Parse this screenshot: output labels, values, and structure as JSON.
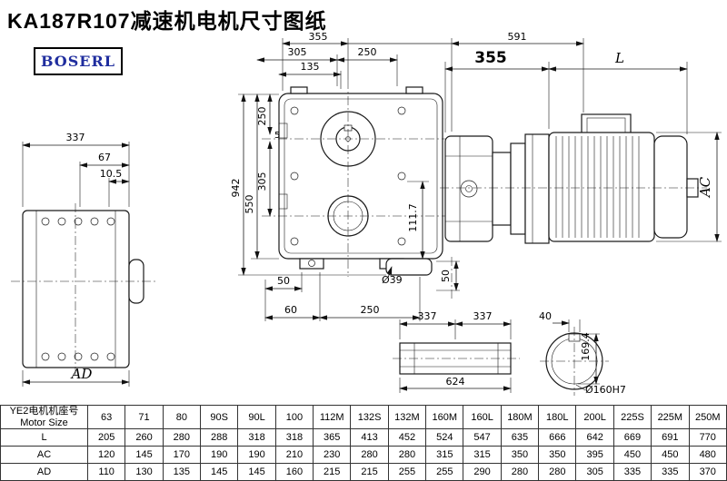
{
  "title": "KA187R107减速机电机尺寸图纸",
  "logo": {
    "text": "BOSERL",
    "color": "#1f2d9e"
  },
  "dims": {
    "top_355": "355",
    "top_591": "591",
    "top_305": "305",
    "top_250": "250",
    "top_135": "135",
    "left_250": "250",
    "left_5": "5",
    "left_305": "305",
    "left_550": "550",
    "left_942": "942",
    "right_111_7": "111.7",
    "bottom_50_left": "50",
    "bottom_60": "60",
    "bottom_250": "250",
    "dia_39": "Ø39",
    "bottom_50_right": "50",
    "front_337": "337",
    "front_67": "67",
    "front_10_5": "10.5",
    "front_ad": "AD",
    "side_355": "355",
    "side_l": "L",
    "side_ac": "AC",
    "shaft_337_a": "337",
    "shaft_337_b": "337",
    "shaft_624": "624",
    "bore_40": "40",
    "bore_169_4": "169.4",
    "bore_dia": "Ø160H7"
  },
  "table": {
    "corner_cn": "YE2电机机座号",
    "corner_en": "Motor Size",
    "columns": [
      "63",
      "71",
      "80",
      "90S",
      "90L",
      "100",
      "112M",
      "132S",
      "132M",
      "160M",
      "160L",
      "180M",
      "180L",
      "200L",
      "225S",
      "225M",
      "250M"
    ],
    "rows": [
      {
        "label": "L",
        "values": [
          "205",
          "260",
          "280",
          "288",
          "318",
          "318",
          "365",
          "413",
          "452",
          "524",
          "547",
          "635",
          "666",
          "642",
          "669",
          "691",
          "770"
        ]
      },
      {
        "label": "AC",
        "values": [
          "120",
          "145",
          "170",
          "190",
          "190",
          "210",
          "230",
          "280",
          "280",
          "315",
          "315",
          "350",
          "350",
          "395",
          "450",
          "450",
          "480"
        ]
      },
      {
        "label": "AD",
        "values": [
          "110",
          "130",
          "135",
          "145",
          "145",
          "160",
          "215",
          "215",
          "255",
          "255",
          "290",
          "280",
          "280",
          "305",
          "335",
          "335",
          "370"
        ]
      }
    ]
  }
}
